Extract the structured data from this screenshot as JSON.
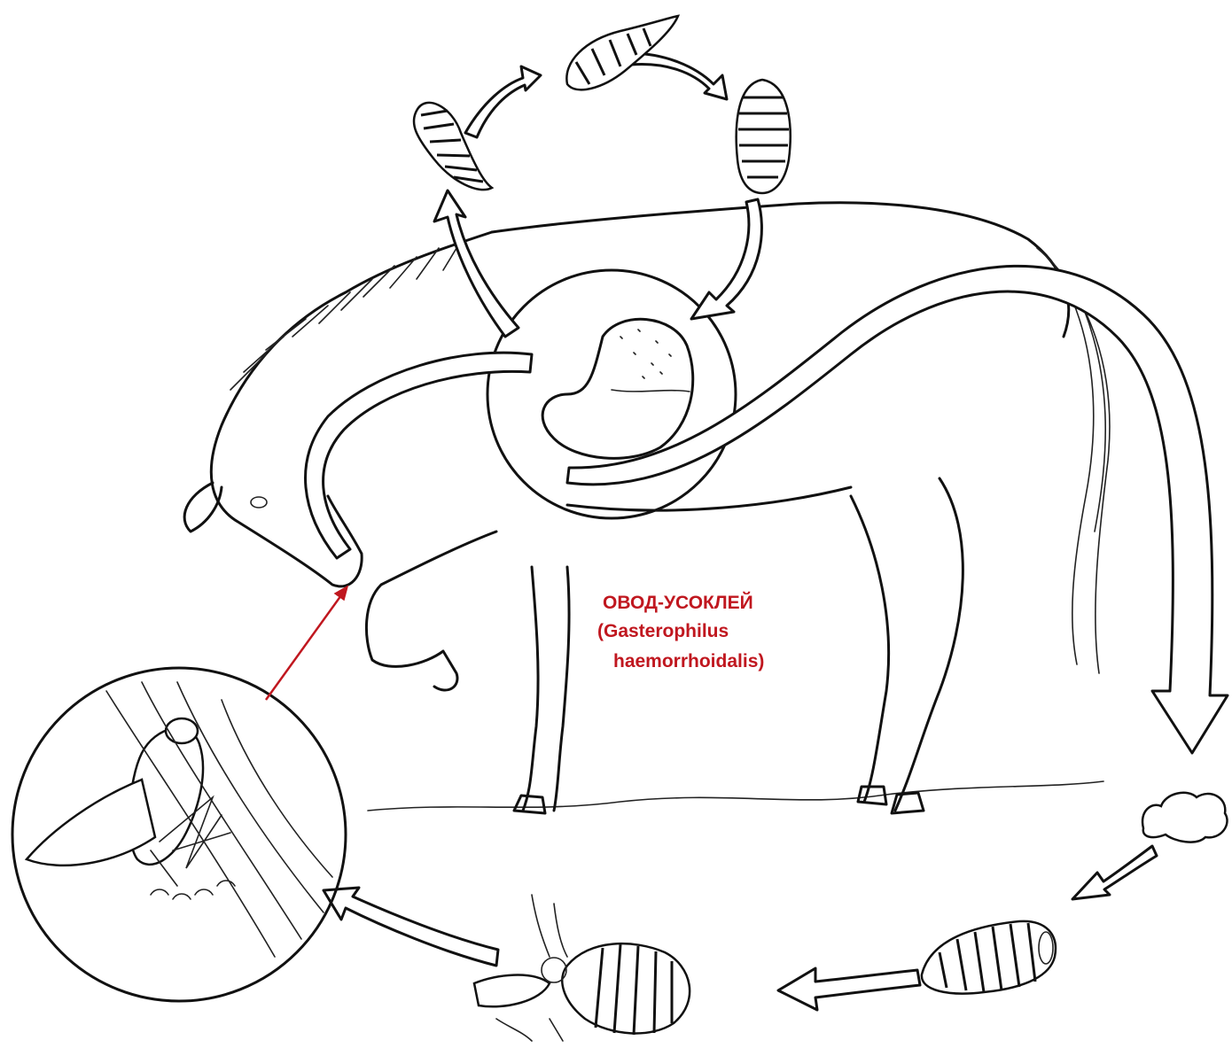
{
  "diagram": {
    "title": "ОВОД-УСОКЛЕЙ",
    "species_line1": "(Gasterophilus",
    "species_line2": "haemorrhoidalis)",
    "label_color": "#c0171f",
    "stages": [
      {
        "name": "egg-laying adult fly (magnified)",
        "icon": "fly-icon"
      },
      {
        "name": "larva stage 1",
        "icon": "larva-icon"
      },
      {
        "name": "larva stage 2",
        "icon": "larva-icon"
      },
      {
        "name": "larva stage 3",
        "icon": "larva-icon"
      },
      {
        "name": "horse stomach",
        "icon": "stomach-icon"
      },
      {
        "name": "dung",
        "icon": "dung-icon"
      },
      {
        "name": "pupa",
        "icon": "pupa-icon"
      },
      {
        "name": "emerging adult fly",
        "icon": "fly-icon"
      }
    ]
  }
}
